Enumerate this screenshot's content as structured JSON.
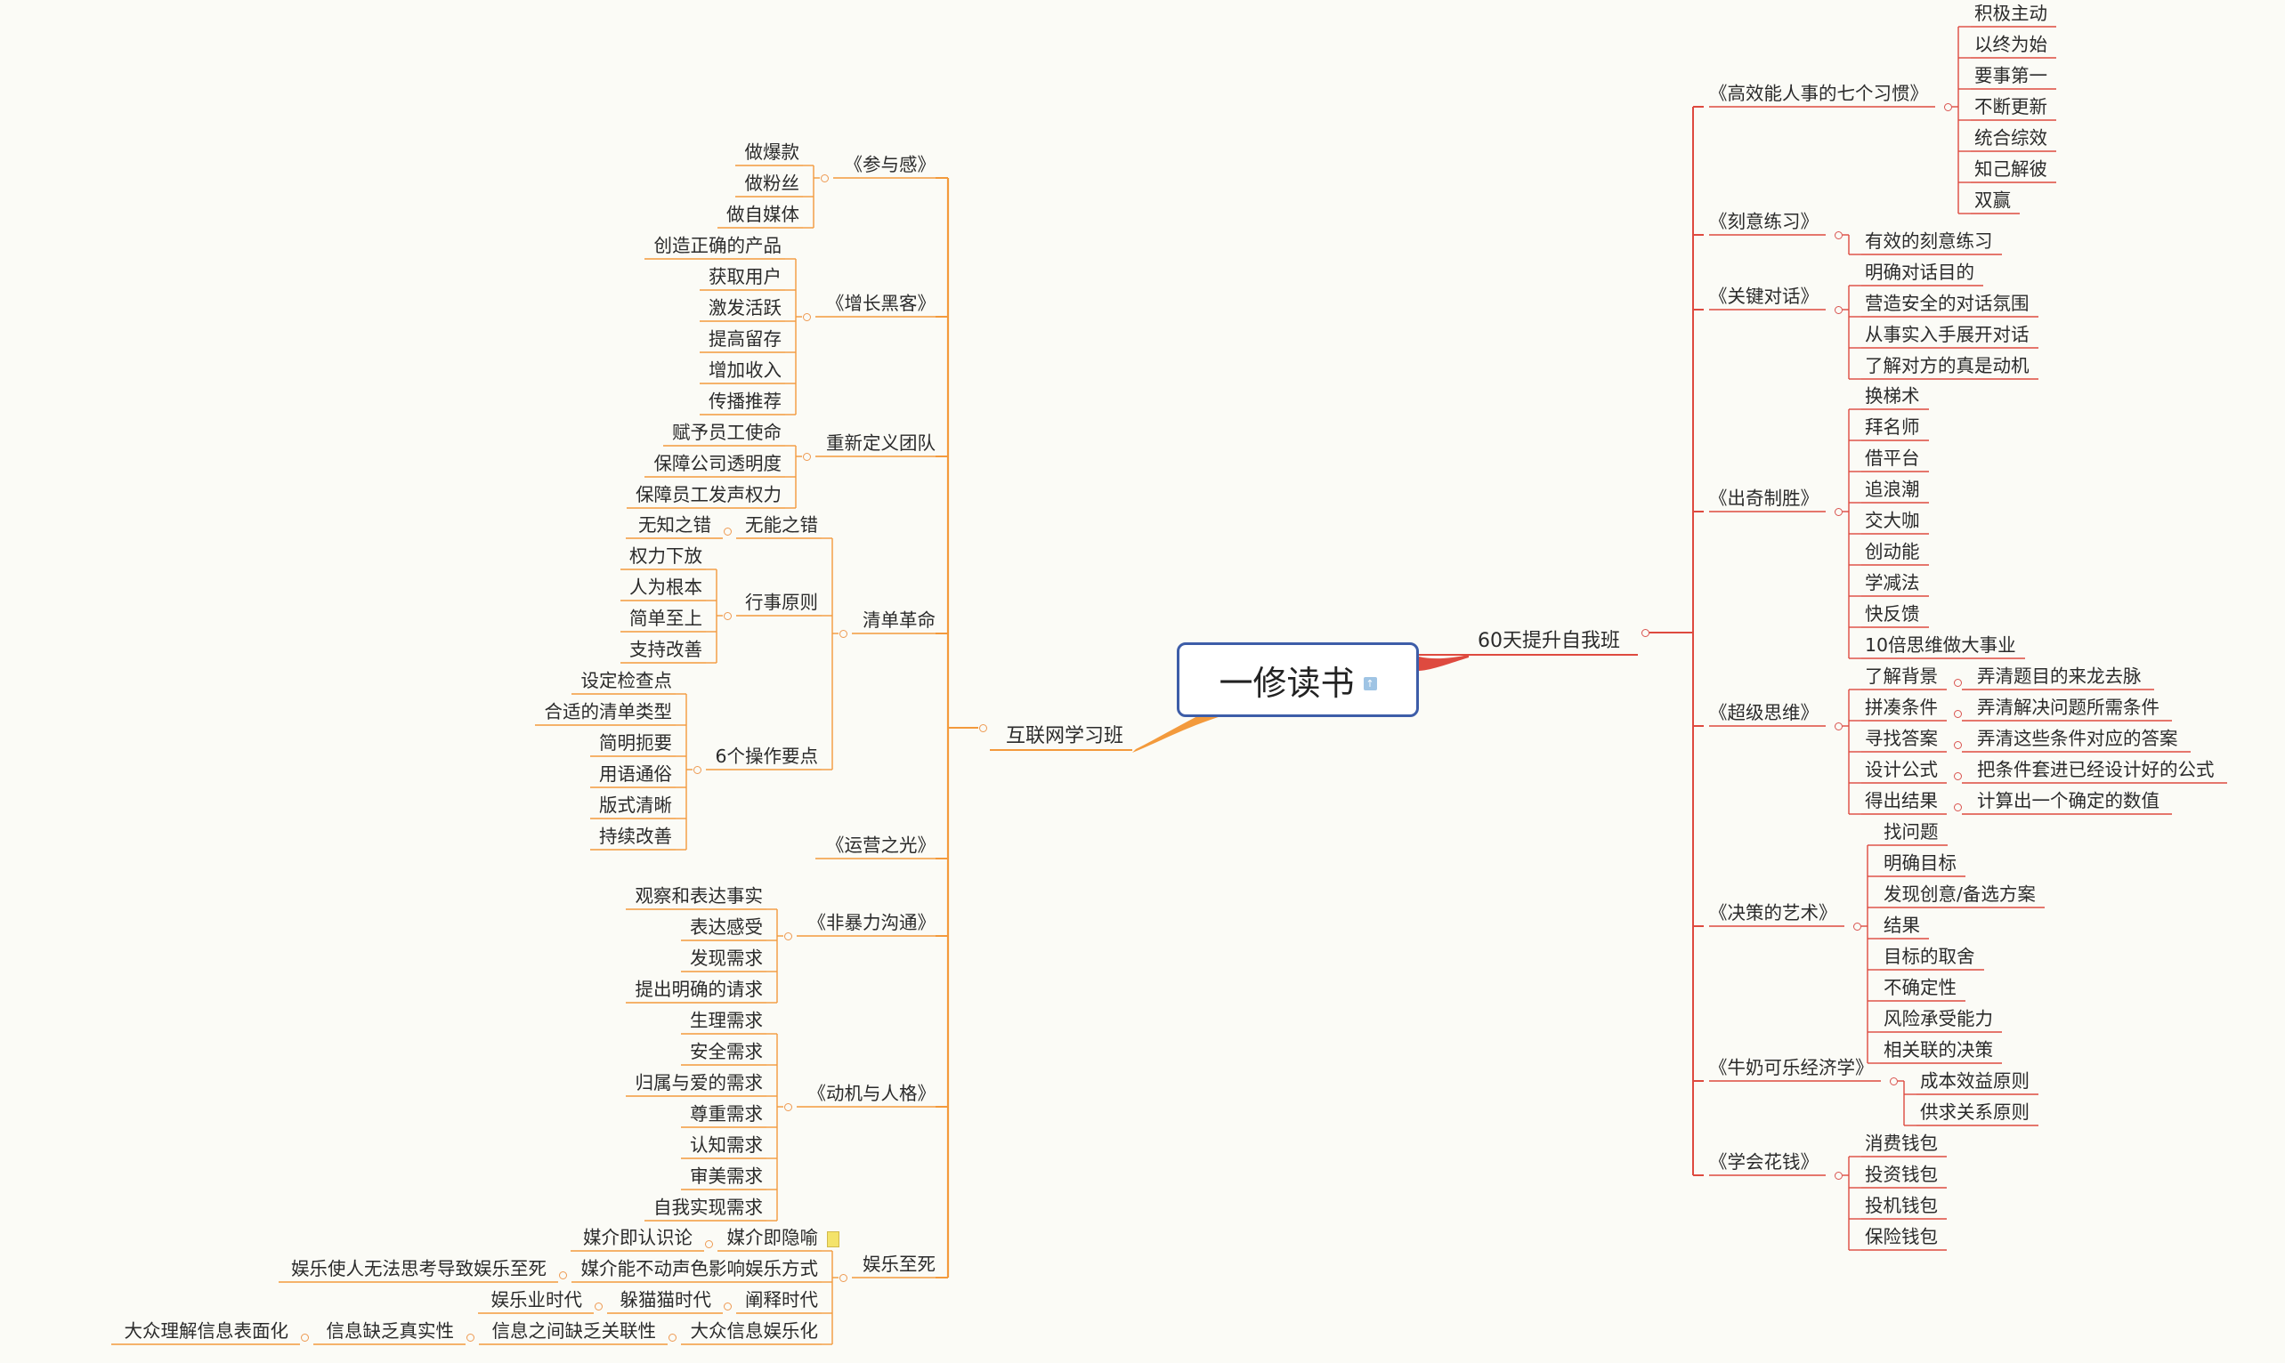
{
  "central": {
    "label": "一修读书"
  },
  "colors": {
    "left": "#f39a3c",
    "right": "#de4a3f",
    "border": "#3d5da8"
  },
  "left_branch": {
    "label": "互联网学习班",
    "children": [
      {
        "label": "《参与感》",
        "children": [
          {
            "label": "做爆款"
          },
          {
            "label": "做粉丝"
          },
          {
            "label": "做自媒体"
          }
        ]
      },
      {
        "label": "《增长黑客》",
        "children": [
          {
            "label": "创造正确的产品"
          },
          {
            "label": "获取用户"
          },
          {
            "label": "激发活跃"
          },
          {
            "label": "提高留存"
          },
          {
            "label": "增加收入"
          },
          {
            "label": "传播推荐"
          }
        ]
      },
      {
        "label": "重新定义团队",
        "children": [
          {
            "label": "赋予员工使命"
          },
          {
            "label": "保障公司透明度"
          },
          {
            "label": "保障员工发声权力"
          }
        ]
      },
      {
        "label": "清单革命",
        "children": [
          {
            "label": "无能之错",
            "children": [
              {
                "label": "无知之错"
              }
            ]
          },
          {
            "label": "行事原则",
            "children": [
              {
                "label": "权力下放"
              },
              {
                "label": "人为根本"
              },
              {
                "label": "简单至上"
              },
              {
                "label": "支持改善"
              }
            ]
          },
          {
            "label": "6个操作要点",
            "children": [
              {
                "label": "设定检查点"
              },
              {
                "label": "合适的清单类型"
              },
              {
                "label": "简明扼要"
              },
              {
                "label": "用语通俗"
              },
              {
                "label": "版式清晰"
              },
              {
                "label": "持续改善"
              }
            ]
          }
        ]
      },
      {
        "label": "《运营之光》",
        "children": []
      },
      {
        "label": "《非暴力沟通》",
        "children": [
          {
            "label": "观察和表达事实"
          },
          {
            "label": "表达感受"
          },
          {
            "label": "发现需求"
          },
          {
            "label": "提出明确的请求"
          }
        ]
      },
      {
        "label": "《动机与人格》",
        "children": [
          {
            "label": "生理需求"
          },
          {
            "label": "安全需求"
          },
          {
            "label": "归属与爱的需求"
          },
          {
            "label": "尊重需求"
          },
          {
            "label": "认知需求"
          },
          {
            "label": "审美需求"
          },
          {
            "label": "自我实现需求"
          }
        ]
      },
      {
        "label": "娱乐至死",
        "children": [
          {
            "label": "媒介即隐喻",
            "children": [
              {
                "label": "媒介即认识论"
              }
            ]
          },
          {
            "label": "媒介能不动声色影响娱乐方式",
            "children": [
              {
                "label": "娱乐使人无法思考导致娱乐至死"
              }
            ]
          },
          {
            "label": "阐释时代",
            "children": [
              {
                "label": "躲猫猫时代",
                "children": [
                  {
                    "label": "娱乐业时代"
                  }
                ]
              }
            ]
          },
          {
            "label": "大众信息娱乐化",
            "children": [
              {
                "label": "信息之间缺乏关联性",
                "children": [
                  {
                    "label": "信息缺乏真实性",
                    "children": [
                      {
                        "label": "大众理解信息表面化"
                      }
                    ]
                  }
                ]
              }
            ]
          }
        ]
      }
    ]
  },
  "right_branch": {
    "label": "60天提升自我班",
    "children": [
      {
        "label": "《高效能人事的七个习惯》",
        "children": [
          {
            "label": "积极主动"
          },
          {
            "label": "以终为始"
          },
          {
            "label": "要事第一"
          },
          {
            "label": "不断更新"
          },
          {
            "label": "统合综效"
          },
          {
            "label": "知己解彼"
          },
          {
            "label": "双赢"
          }
        ]
      },
      {
        "label": "《刻意练习》",
        "children": [
          {
            "label": "有效的刻意练习"
          }
        ]
      },
      {
        "label": "《关键对话》",
        "children": [
          {
            "label": "明确对话目的"
          },
          {
            "label": "营造安全的对话氛围"
          },
          {
            "label": "从事实入手展开对话"
          },
          {
            "label": "了解对方的真是动机"
          }
        ]
      },
      {
        "label": "《出奇制胜》",
        "children": [
          {
            "label": "换梯术"
          },
          {
            "label": "拜名师"
          },
          {
            "label": "借平台"
          },
          {
            "label": "追浪潮"
          },
          {
            "label": "交大咖"
          },
          {
            "label": "创动能"
          },
          {
            "label": "学减法"
          },
          {
            "label": "快反馈"
          },
          {
            "label": "10倍思维做大事业"
          }
        ]
      },
      {
        "label": "《超级思维》",
        "children": [
          {
            "label": "了解背景",
            "children": [
              {
                "label": "弄清题目的来龙去脉"
              }
            ]
          },
          {
            "label": "拼凑条件",
            "children": [
              {
                "label": "弄清解决问题所需条件"
              }
            ]
          },
          {
            "label": "寻找答案",
            "children": [
              {
                "label": "弄清这些条件对应的答案"
              }
            ]
          },
          {
            "label": "设计公式",
            "children": [
              {
                "label": "把条件套进已经设计好的公式"
              }
            ]
          },
          {
            "label": "得出结果",
            "children": [
              {
                "label": "计算出一个确定的数值"
              }
            ]
          }
        ]
      },
      {
        "label": "《决策的艺术》",
        "children": [
          {
            "label": "找问题"
          },
          {
            "label": "明确目标"
          },
          {
            "label": "发现创意/备选方案"
          },
          {
            "label": "结果"
          },
          {
            "label": "目标的取舍"
          },
          {
            "label": "不确定性"
          },
          {
            "label": "风险承受能力"
          },
          {
            "label": "相关联的决策"
          }
        ]
      },
      {
        "label": "《牛奶可乐经济学》",
        "children": [
          {
            "label": "成本效益原则"
          },
          {
            "label": "供求关系原则"
          }
        ]
      },
      {
        "label": "《学会花钱》",
        "children": [
          {
            "label": "消费钱包"
          },
          {
            "label": "投资钱包"
          },
          {
            "label": "投机钱包"
          },
          {
            "label": "保险钱包"
          }
        ]
      }
    ]
  }
}
